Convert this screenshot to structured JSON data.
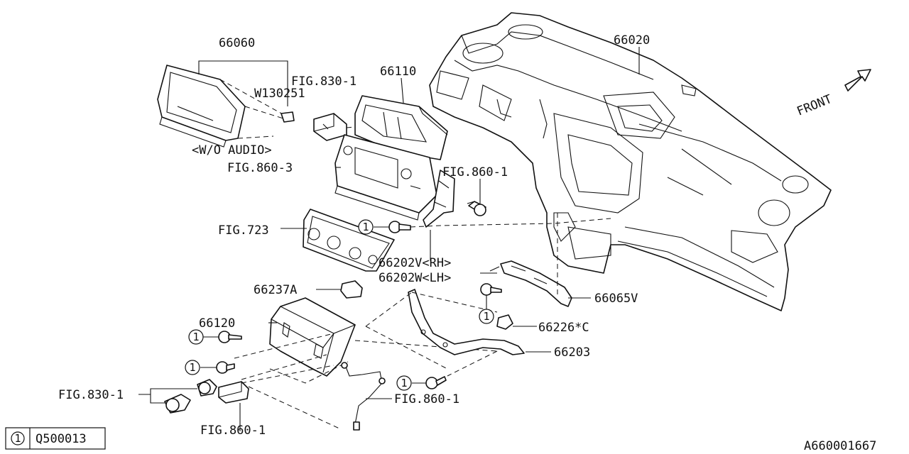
{
  "labels": {
    "p66060": "66060",
    "w130251": "W130251",
    "wo_audio": "<W/O AUDIO>",
    "fig830_top": "FIG.830-1",
    "p66110": "66110",
    "p66020": "66020",
    "front": "FRONT",
    "fig860_3": "FIG.860-3",
    "fig860_1_top": "FIG.860-1",
    "fig723": "FIG.723",
    "p66202v": "66202V<RH>",
    "p66202w": "66202W<LH>",
    "p66237a": "66237A",
    "p66065v": "66065V",
    "p66120": "66120",
    "p66226c": "66226*C",
    "p66203": "66203",
    "fig830_bottom": "FIG.830-1",
    "fig860_1_mid": "FIG.860-1",
    "fig860_1_bottom": "FIG.860-1",
    "legend_ref": "Q500013",
    "diagram_id": "A660001667"
  },
  "callout_number": "1"
}
